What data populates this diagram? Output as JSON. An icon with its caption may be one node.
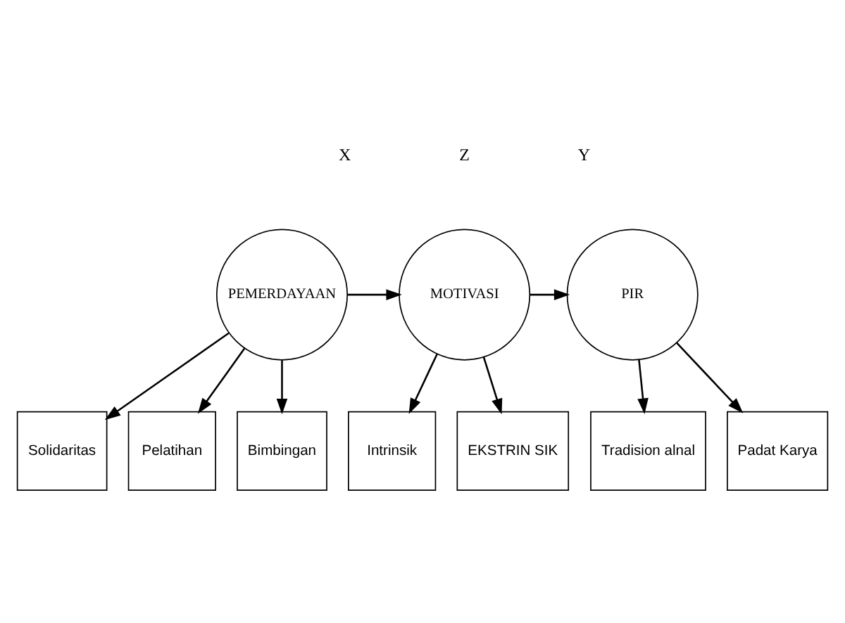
{
  "diagram": {
    "nodes": [
      {
        "text": [
          "PEMERDAYAAN"
        ]
      },
      {
        "text": [
          "MOTIVASI"
        ]
      },
      {
        "text": [
          "PIR"
        ]
      },
      {
        "text": [
          "Solidaritas"
        ]
      },
      {
        "text": [
          "Pelatihan"
        ]
      },
      {
        "text": [
          "Bimbingan"
        ]
      },
      {
        "text": [
          "Intrinsik"
        ]
      },
      {
        "text": [
          "EKSTRIN SIK"
        ]
      },
      {
        "text": [
          "Tradision alnal"
        ]
      },
      {
        "text": [
          "Padat Karya"
        ]
      }
    ],
    "edges": [
      {
        "from": 0,
        "to": 1,
        "arrow": "to"
      },
      {
        "from": 1,
        "to": 2,
        "arrow": "to"
      },
      {
        "from": 0,
        "to": 3,
        "arrow": "to"
      },
      {
        "from": 0,
        "to": 4,
        "arrow": "to"
      },
      {
        "from": 0,
        "to": 5,
        "arrow": "to"
      },
      {
        "from": 1,
        "to": 6,
        "arrow": "to"
      },
      {
        "from": 1,
        "to": 7,
        "arrow": "to"
      },
      {
        "from": 2,
        "to": 8,
        "arrow": "to"
      },
      {
        "from": 2,
        "to": 9,
        "arrow": "to"
      }
    ],
    "labels": [
      "X",
      "Z",
      "Y"
    ]
  }
}
